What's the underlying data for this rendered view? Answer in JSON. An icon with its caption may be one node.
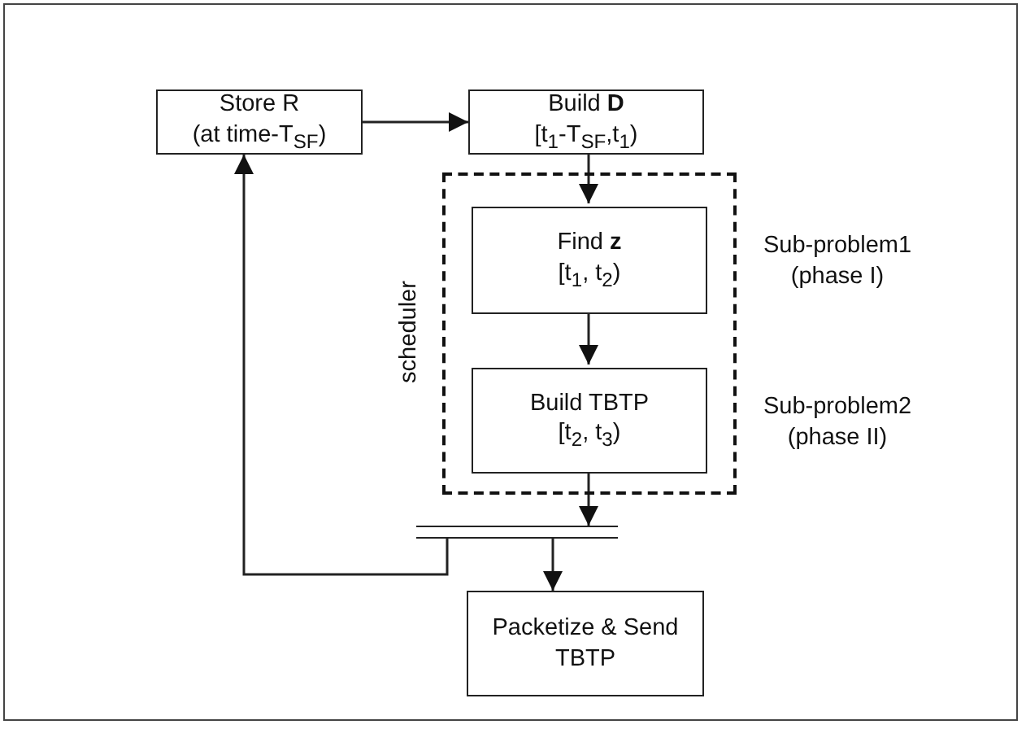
{
  "diagram": {
    "nodes": [
      {
        "text": [
          "Store R",
          "(at time-T$_{SF}$)"
        ]
      },
      {
        "text": [
          "Build **D**",
          "[t$_{1}$-T$_{SF}$,t$_{1}$)"
        ]
      },
      {
        "text": [
          "scheduler"
        ]
      },
      {
        "text": [
          "Find **z**",
          "[t$_{1}$, t$_{2}$)"
        ],
        "in": 2,
        "beside": [
          "Sub-problem1 (phase I)"
        ]
      },
      {
        "text": [
          "Build TBTP",
          "[t$_{2}$, t$_{3}$)"
        ],
        "in": 2,
        "beside": [
          "Sub-problem2 (phase II)"
        ]
      },
      {
        "text": [],
        "shape": "bar"
      },
      {
        "text": [
          "Packetize & Send TBTP"
        ]
      }
    ],
    "edges": [
      {
        "from": 0,
        "to": 1,
        "arrow": "to"
      },
      {
        "from": 1,
        "to": 3,
        "arrow": "to"
      },
      {
        "from": 3,
        "to": 4,
        "arrow": "to"
      },
      {
        "from": 4,
        "to": 5,
        "arrow": "to"
      },
      {
        "from": 5,
        "to": 6,
        "arrow": "to"
      },
      {
        "from": 5,
        "to": 0,
        "arrow": "to"
      }
    ]
  }
}
